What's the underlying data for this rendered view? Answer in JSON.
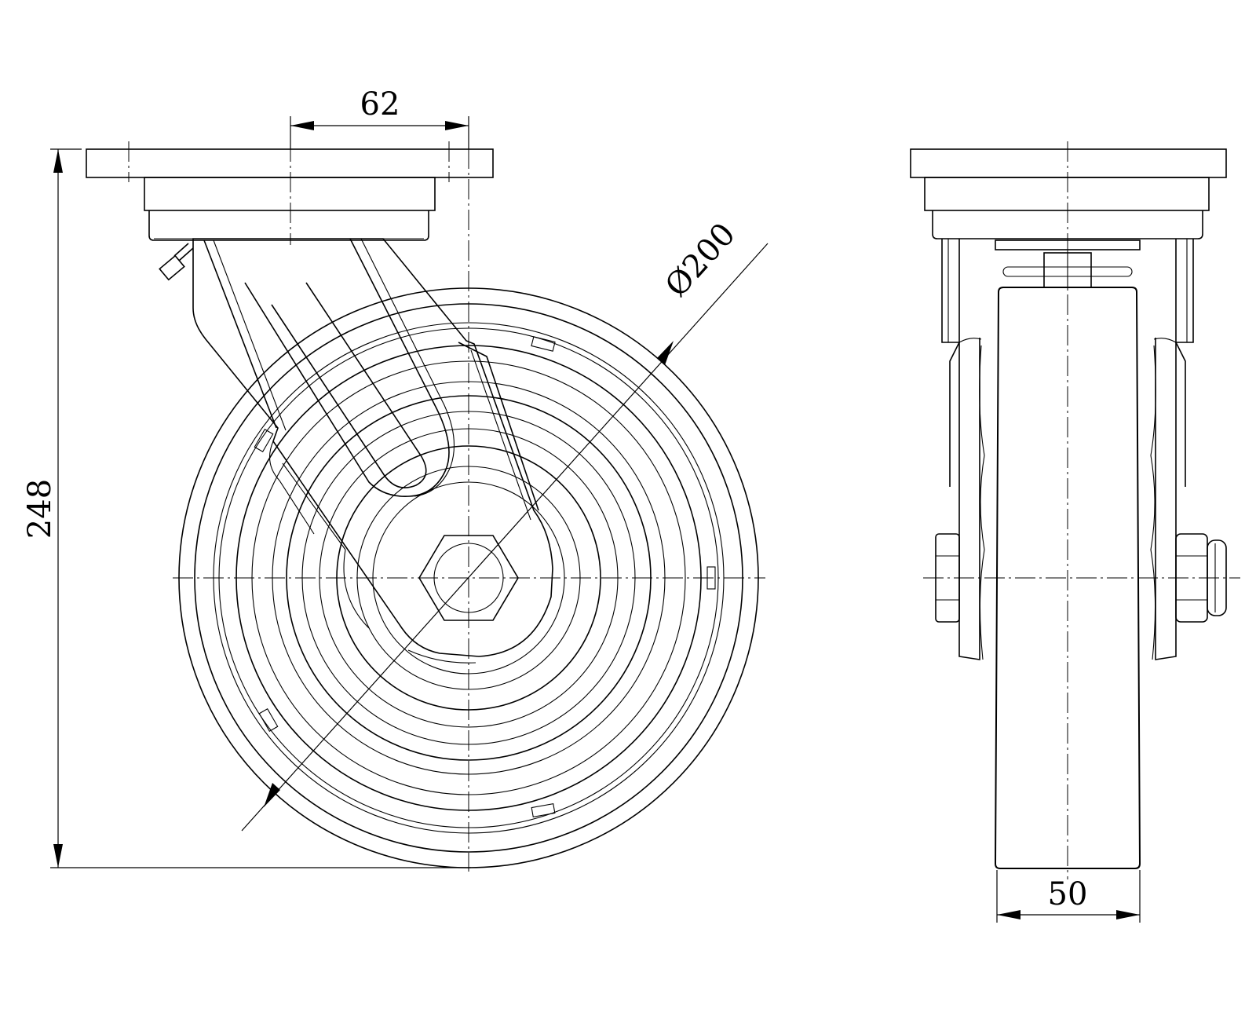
{
  "dimensions": {
    "plate_offset": "62",
    "overall_height": "248",
    "wheel_diameter": "Ø200",
    "wheel_width": "50"
  }
}
